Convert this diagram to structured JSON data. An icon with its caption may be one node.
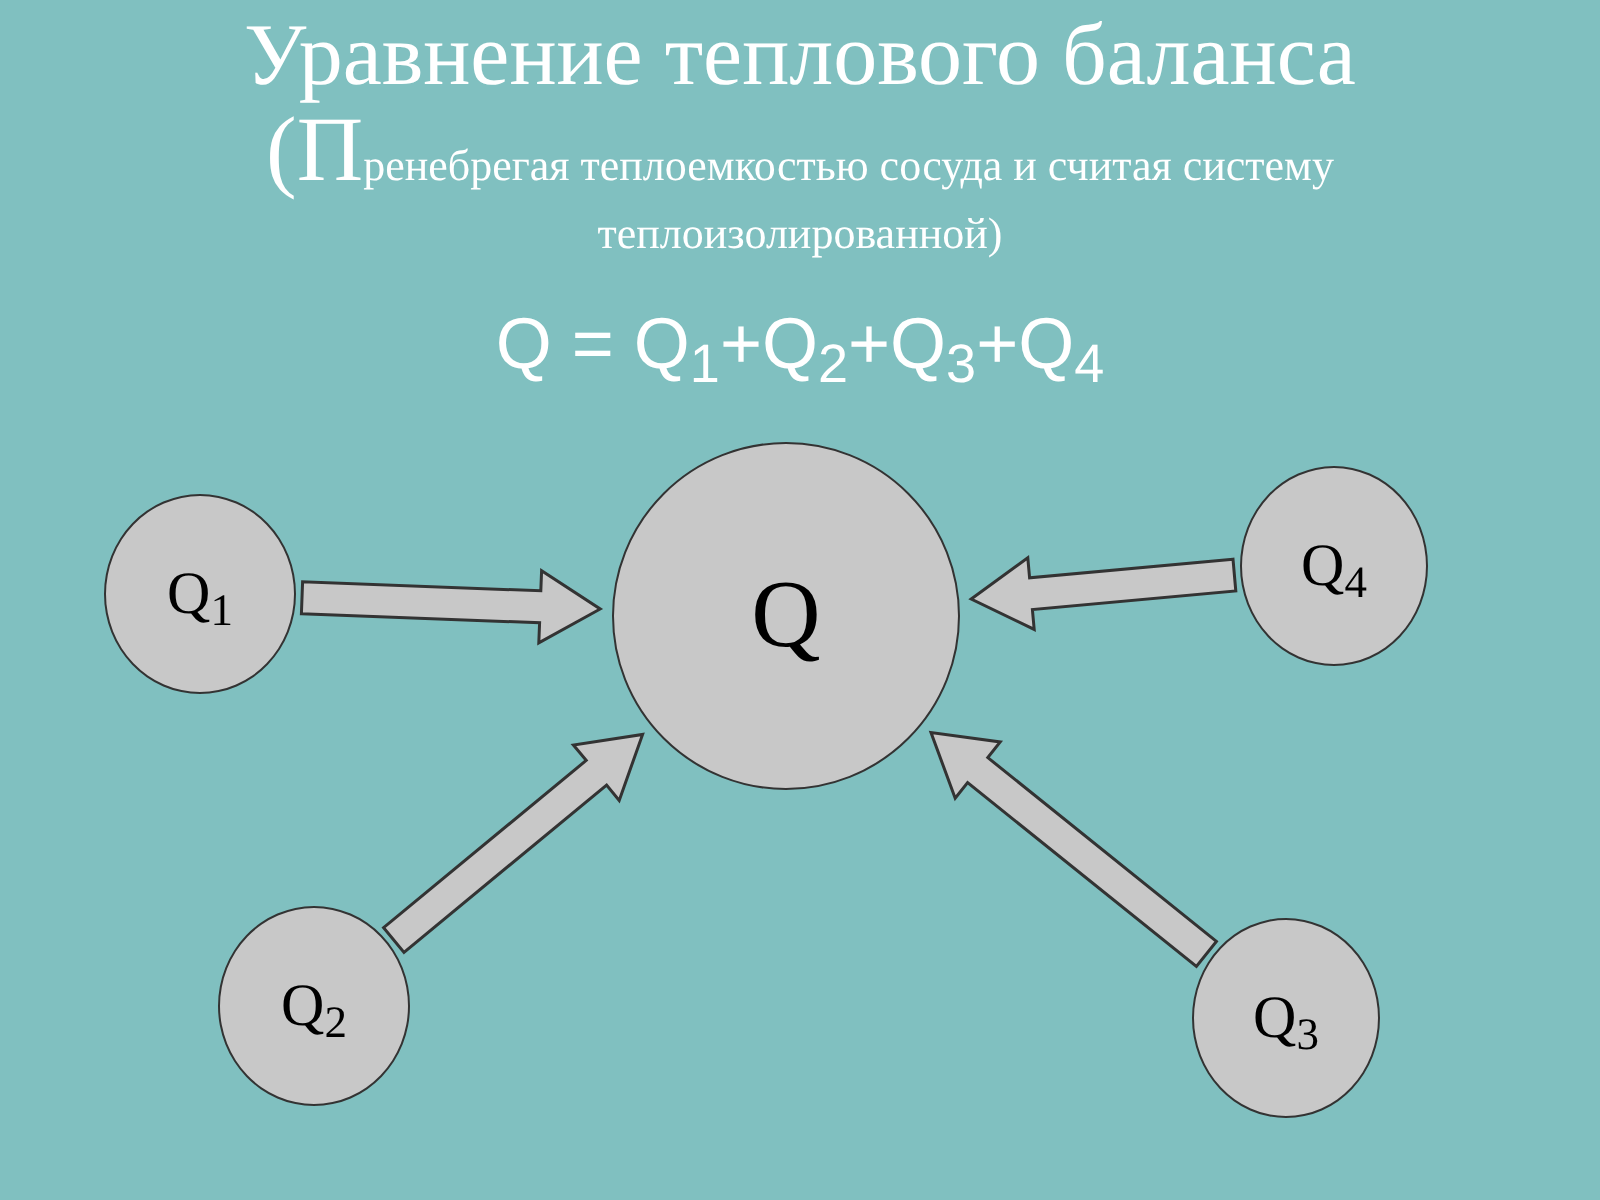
{
  "diagram": {
    "title": "Уравнение теплового баланса",
    "nodes": [
      {
        "text": [
          "Q$_{1}$"
        ]
      },
      {
        "text": [
          "Q"
        ]
      },
      {
        "text": [
          "Q$_{4}$"
        ]
      },
      {
        "text": [
          "Q$_{2}$"
        ]
      },
      {
        "text": [
          "Q$_{3}$"
        ]
      }
    ],
    "edges": [
      {
        "from": 0,
        "to": 1,
        "arrow": "to"
      },
      {
        "from": 2,
        "to": 1,
        "arrow": "to"
      },
      {
        "from": 3,
        "to": 1,
        "arrow": "to"
      },
      {
        "from": 4,
        "to": 1,
        "arrow": "to"
      }
    ],
    "labels": [
      "(Пренебрегая теплоемкостью сосуда и считая систему теплоизолированной)",
      "Q = Q$_{1}$+Q$_{2}$+Q$_{3}$+Q$_{4}$"
    ]
  }
}
